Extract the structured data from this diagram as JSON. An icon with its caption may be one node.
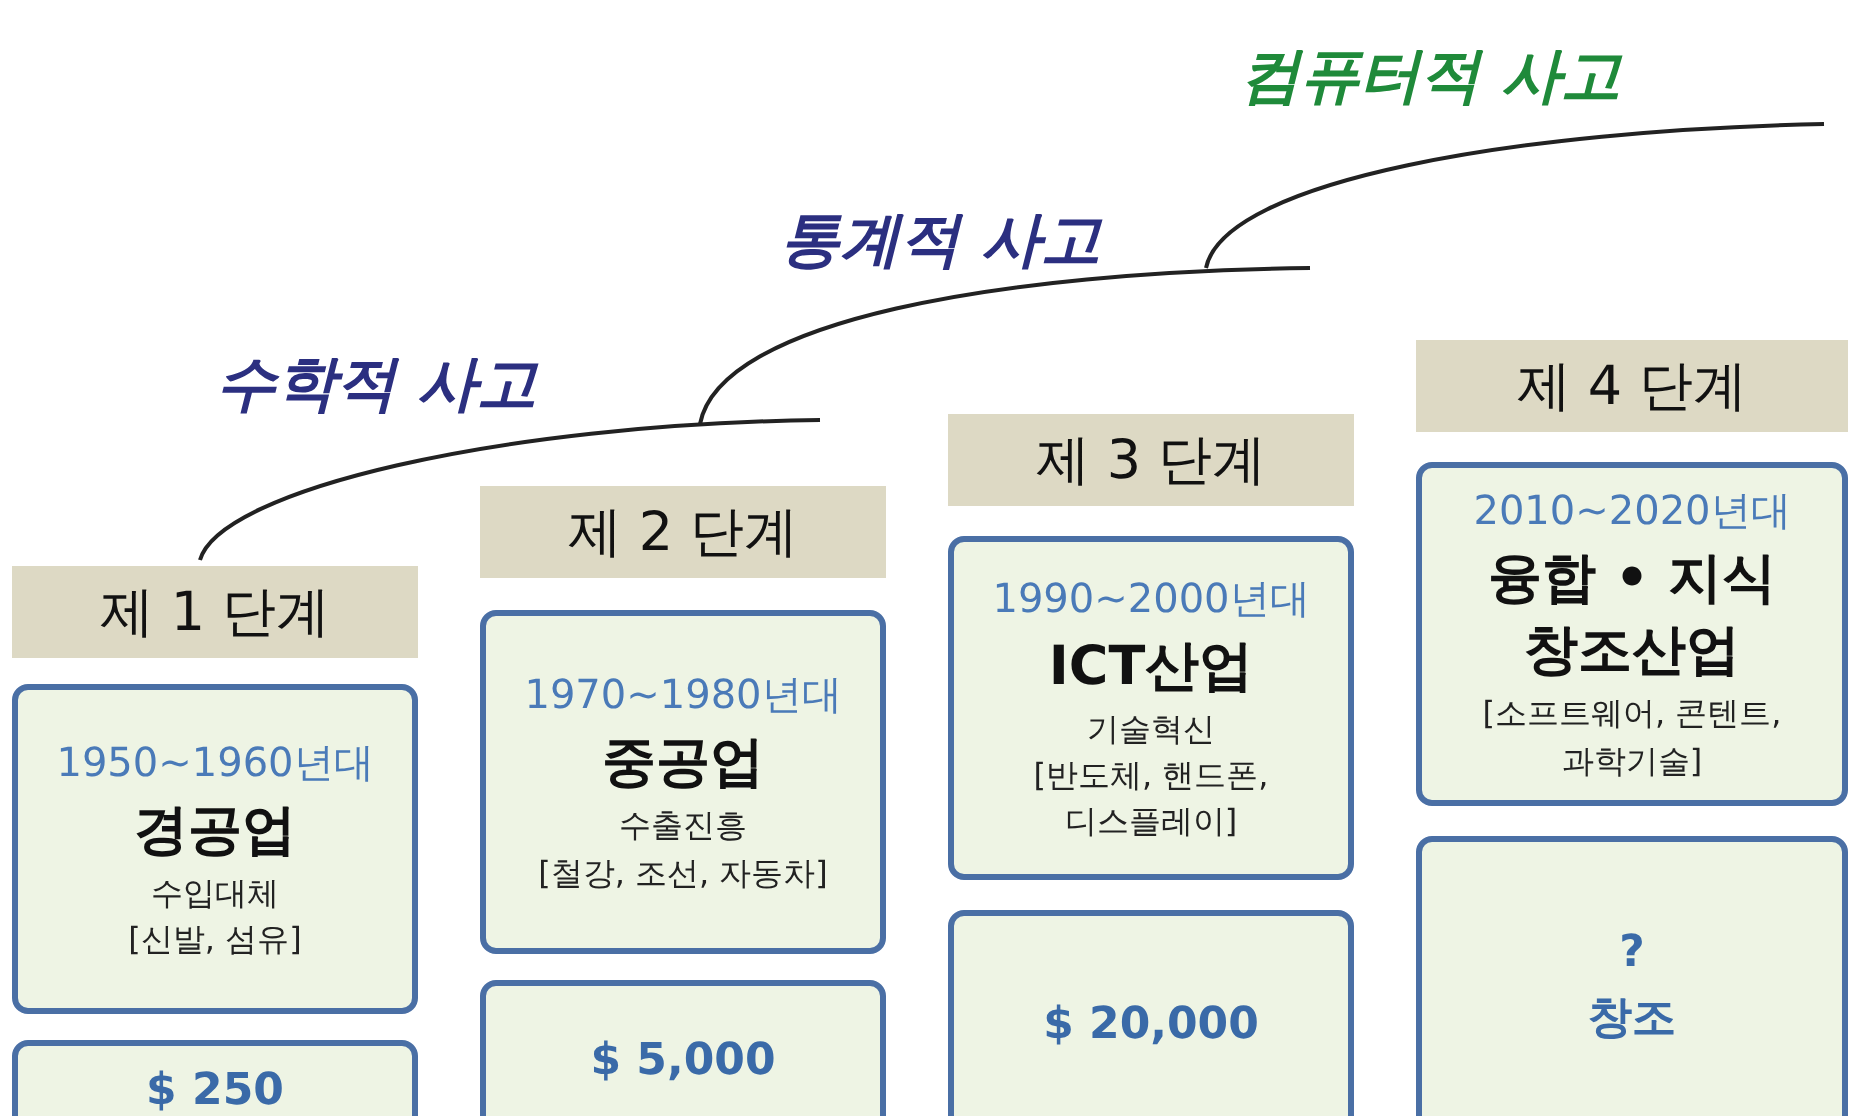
{
  "diagram": {
    "nodes": [
      {
        "text": [
          "제 1 단계"
        ]
      },
      {
        "text": [
          "1950~1960년대",
          "경공업",
          "수입대체",
          "[신발, 섬유]"
        ]
      },
      {
        "text": [
          "$ 250"
        ]
      },
      {
        "text": [
          "제 2 단계"
        ]
      },
      {
        "text": [
          "1970~1980년대",
          "중공업",
          "수출진흥",
          "[철강, 조선, 자동차]"
        ]
      },
      {
        "text": [
          "$ 5,000"
        ]
      },
      {
        "text": [
          "제 3 단계"
        ]
      },
      {
        "text": [
          "1990~2000년대",
          "ICT산업",
          "기술혁신",
          "[반도체, 핸드폰, 디스플레이]"
        ]
      },
      {
        "text": [
          "$ 20,000"
        ]
      },
      {
        "text": [
          "제 4 단계"
        ]
      },
      {
        "text": [
          "2010~2020년대",
          "융합 • 지식 창조산업",
          "[소프트웨어, 콘텐트, 과학기술]"
        ]
      },
      {
        "text": [
          "?",
          "창조"
        ]
      }
    ],
    "edges": [],
    "labels": [
      "컴퓨터적 사고",
      "통계적 사고",
      "수학적 사고"
    ]
  }
}
